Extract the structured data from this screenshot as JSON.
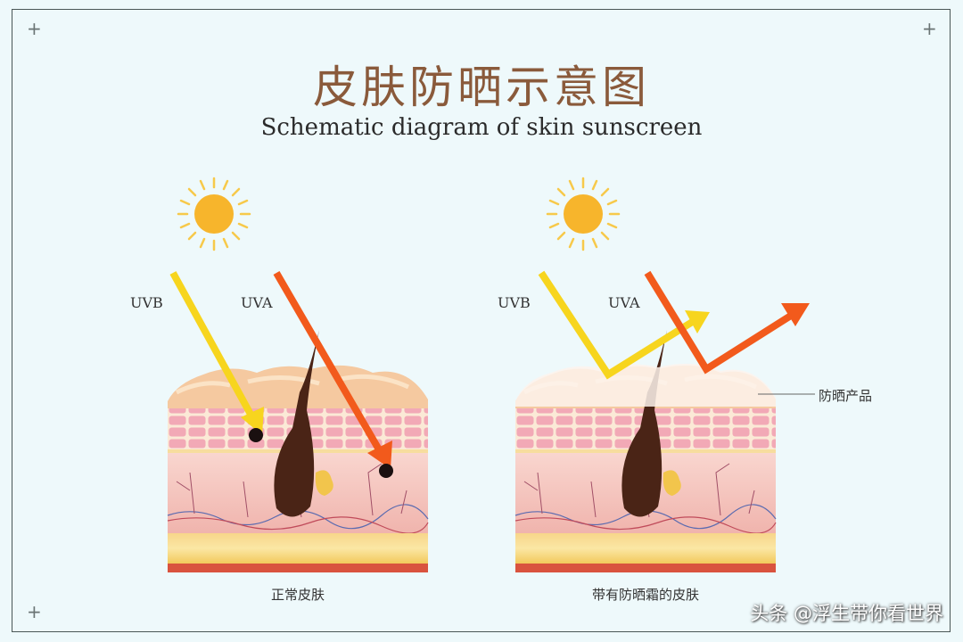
{
  "title": "皮肤防晒示意图",
  "subtitle": "Schematic diagram of skin sunscreen",
  "left_panel": {
    "uvb": "UVB",
    "uva": "UVA",
    "caption": "正常皮肤"
  },
  "right_panel": {
    "uvb": "UVB",
    "uva": "UVA",
    "caption": "带有防晒霜的皮肤",
    "sunscreen_label": "防晒产品"
  },
  "watermark": "头条 @浮生带你看世界",
  "colors": {
    "title": "#8a5a3b",
    "uvb": "#f7d51e",
    "uva": "#f25a1c",
    "sun": "#f7b52c",
    "background": "#eef9fb"
  }
}
